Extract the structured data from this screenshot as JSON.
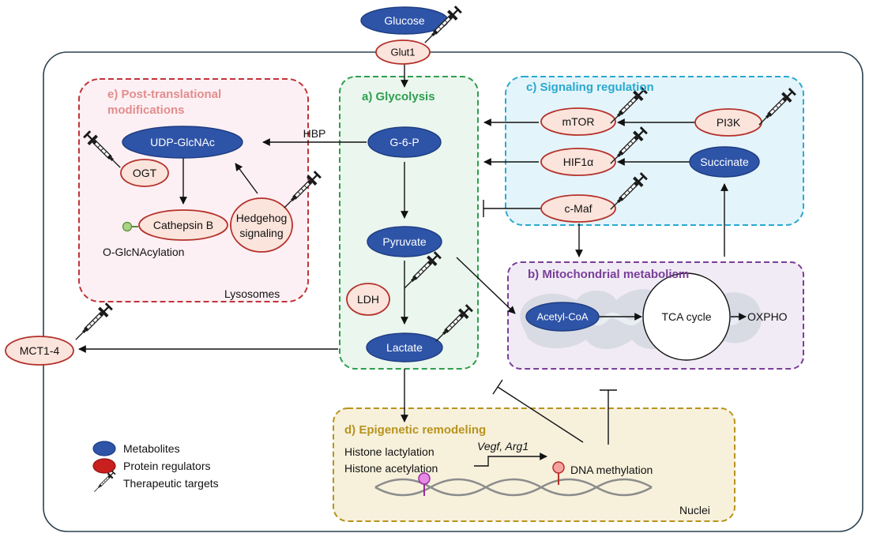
{
  "colors": {
    "metabolite_fill": "#2e54a8",
    "metabolite_stroke": "#1e3c80",
    "protein_fill": "#fbe4dc",
    "protein_stroke": "#b4312b",
    "legend_protein": "#c91f1f",
    "glycolysis": "#2e9e4e",
    "glycolysis_bg": "#eaf6ee",
    "signaling": "#29a9cf",
    "signaling_bg": "#e4f4fb",
    "mito": "#7a3f99",
    "mito_bg": "#f1ebf5",
    "epi": "#b8931d",
    "epi_bg": "#f7f1dc",
    "ptm": "#c0343a",
    "ptm_title": "#e28d8d",
    "ptm_bg": "#fdf0f4",
    "cell_stroke": "#2a4250",
    "text": "#111111"
  },
  "icons": {
    "therapeutic": "syringe-icon",
    "glcnac": "glcnac-lollipop-icon",
    "lactyl": "lactylation-lollipop-icon",
    "methyl": "methylation-lollipop-icon"
  },
  "sections": {
    "glycolysis": "a) Glycolysis",
    "mitochondrial": "b) Mitochondrial metabolism",
    "signaling": "c) Signaling regulation",
    "epigenetic": "d) Epigenetic remodeling",
    "ptm_line1": "e)  Post-translational",
    "ptm_line2": "modifications"
  },
  "compartments": {
    "lysosomes": "Lysosomes",
    "nuclei": "Nuclei"
  },
  "nodes": {
    "glucose": "Glucose",
    "glut1": "Glut1",
    "g6p": "G-6-P",
    "pyruvate": "Pyruvate",
    "ldh": "LDH",
    "lactate": "Lactate",
    "mct": "MCT1-4",
    "udp": "UDP-GlcNAc",
    "ogt": "OGT",
    "cathepsin": "Cathepsin B",
    "hedgehog_line1": "Hedgehog",
    "hedgehog_line2": "signaling",
    "mtor": "mTOR",
    "pi3k": "PI3K",
    "hif": "HIF1α",
    "succinate": "Succinate",
    "cmaf": "c-Maf",
    "acetyl": "Acetyl-CoA",
    "tca": "TCA cycle",
    "oxpho": "OXPHO"
  },
  "labels": {
    "hbp": "HBP",
    "oglcnac": "O-GlcNAcylation",
    "histone_lact": "Histone lactylation",
    "histone_acet": "Histone acetylation",
    "genes": "Vegf, Arg1",
    "dna_meth": "DNA methylation"
  },
  "legend": {
    "metabolites": "Metabolites",
    "proteins": "Protein regulators",
    "targets": "Therapeutic targets"
  }
}
